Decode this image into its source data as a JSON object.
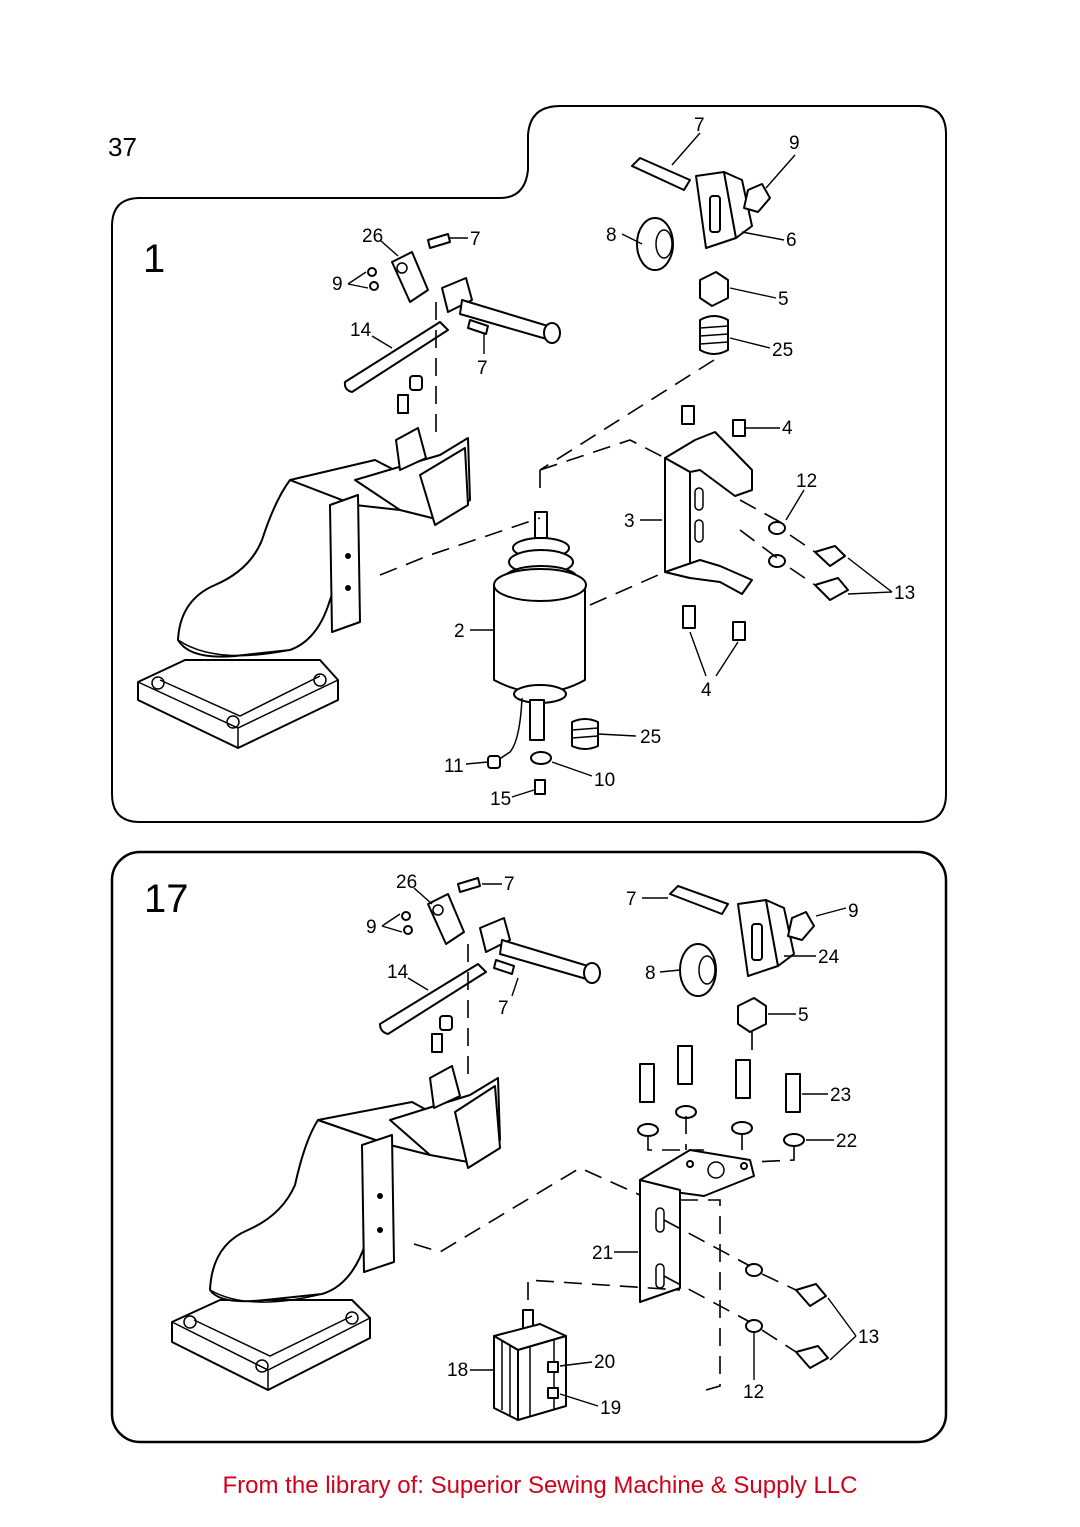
{
  "page_number": "37",
  "footer": "From the library of: Superior Sewing Machine & Supply LLC",
  "panels": [
    {
      "label": "1",
      "callouts": [
        "7",
        "9",
        "8",
        "6",
        "5",
        "25",
        "26",
        "7",
        "9",
        "14",
        "7",
        "4",
        "12",
        "3",
        "13",
        "2",
        "4",
        "25",
        "11",
        "10",
        "15"
      ]
    },
    {
      "label": "17",
      "callouts": [
        "26",
        "7",
        "7",
        "9",
        "9",
        "24",
        "8",
        "14",
        "7",
        "5",
        "23",
        "22",
        "21",
        "13",
        "20",
        "18",
        "12",
        "19"
      ]
    }
  ]
}
